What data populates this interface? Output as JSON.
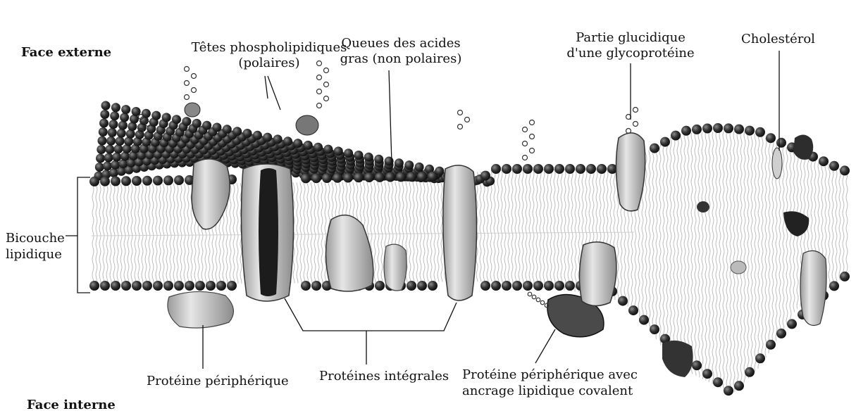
{
  "labels": {
    "face_externe": "Face externe",
    "face_interne": "Face interne",
    "tetes_line1": "Têtes phospholipidiques",
    "tetes_line2": "(polaires)",
    "queues_line1": "Queues des acides",
    "queues_line2": "gras (non polaires)",
    "glucidique_line1": "Partie glucidique",
    "glucidique_line2": "d'une glycoprotéine",
    "cholesterol": "Cholestérol",
    "bicouche_line1": "Bicouche",
    "bicouche_line2": "lipidique",
    "proteine_peripherique": "Protéine périphérique",
    "proteines_integrales": "Protéines intégrales",
    "ancrage_line1": "Protéine périphérique avec",
    "ancrage_line2": "ancrage lipidique covalent"
  },
  "colors": {
    "ink": "#111111",
    "head": "#2b2b2b",
    "protein": "#d8d8d8",
    "dark_protein": "#555555",
    "tail": "#bdbdbd"
  }
}
